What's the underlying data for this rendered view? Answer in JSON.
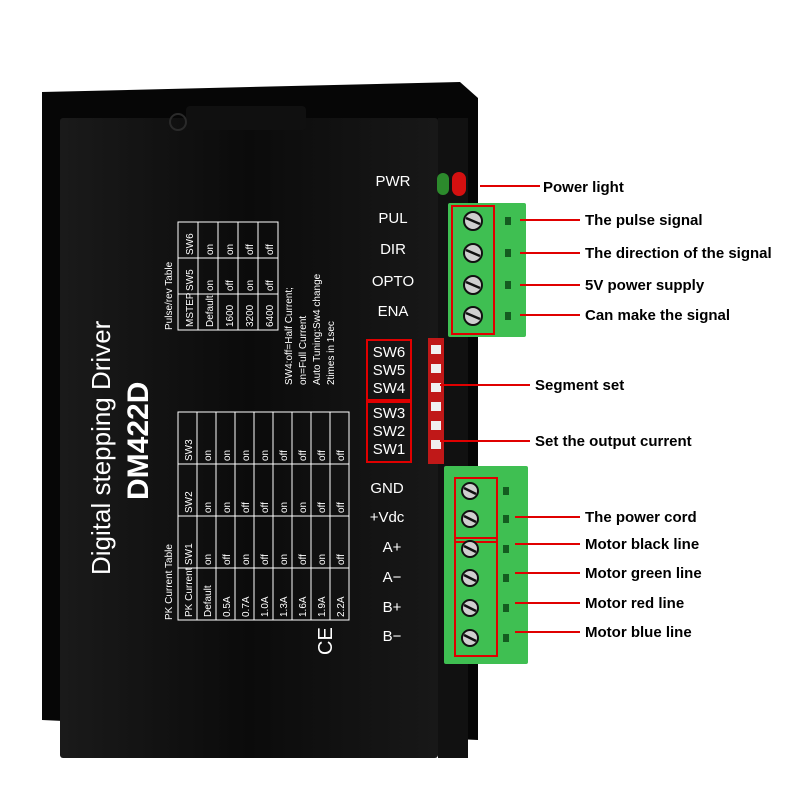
{
  "device": {
    "title": "Digital stepping Driver",
    "model": "DM422D",
    "ce_mark": "CE"
  },
  "terminals": {
    "signal": [
      "PWR",
      "PUL",
      "DIR",
      "OPTO",
      "ENA"
    ],
    "switches": [
      "SW6",
      "SW5",
      "SW4",
      "SW3",
      "SW2",
      "SW1"
    ],
    "power": [
      "GND",
      "+Vdc",
      "A+",
      "A−",
      "B+",
      "B−"
    ]
  },
  "callouts": {
    "power_light": "Power light",
    "pulse_signal": "The pulse signal",
    "direction_signal": "The direction of the signal",
    "power_5v": "5V power supply",
    "enable_signal": "Can make the signal",
    "segment_set": "Segment set",
    "output_current": "Set the output current",
    "power_cord": "The power cord",
    "motor_black": "Motor black line",
    "motor_green": "Motor green line",
    "motor_red": "Motor red line",
    "motor_blue": "Motor blue line"
  },
  "pulse_table": {
    "title": "Pulse/rev Table",
    "headers": [
      "MSTEP",
      "SW5",
      "SW6"
    ],
    "rows": [
      [
        "Default",
        "on",
        "on"
      ],
      [
        "1600",
        "off",
        "on"
      ],
      [
        "3200",
        "on",
        "off"
      ],
      [
        "6400",
        "off",
        "off"
      ]
    ]
  },
  "pk_table": {
    "title": "PK Current Table",
    "headers": [
      "PK Current",
      "SW1",
      "SW2",
      "SW3"
    ],
    "rows": [
      [
        "Default",
        "on",
        "on",
        "on"
      ],
      [
        "0.5A",
        "off",
        "on",
        "on"
      ],
      [
        "0.7A",
        "on",
        "off",
        "on"
      ],
      [
        "1.0A",
        "off",
        "off",
        "on"
      ],
      [
        "1.3A",
        "on",
        "on",
        "off"
      ],
      [
        "1.6A",
        "off",
        "on",
        "off"
      ],
      [
        "1.9A",
        "on",
        "off",
        "off"
      ],
      [
        "2.2A",
        "off",
        "off",
        "off"
      ]
    ]
  },
  "notes": [
    "SW4:off=Half Current;",
    "on=Full Current",
    "Auto Tuning:Sw4 change",
    "2times in 1sec"
  ],
  "colors": {
    "body": "#0d0d0d",
    "terminal_green": "#3fbf52",
    "highlight_red": "#e00000",
    "led_red": "#d41010",
    "led_green": "#2c8a2c"
  }
}
